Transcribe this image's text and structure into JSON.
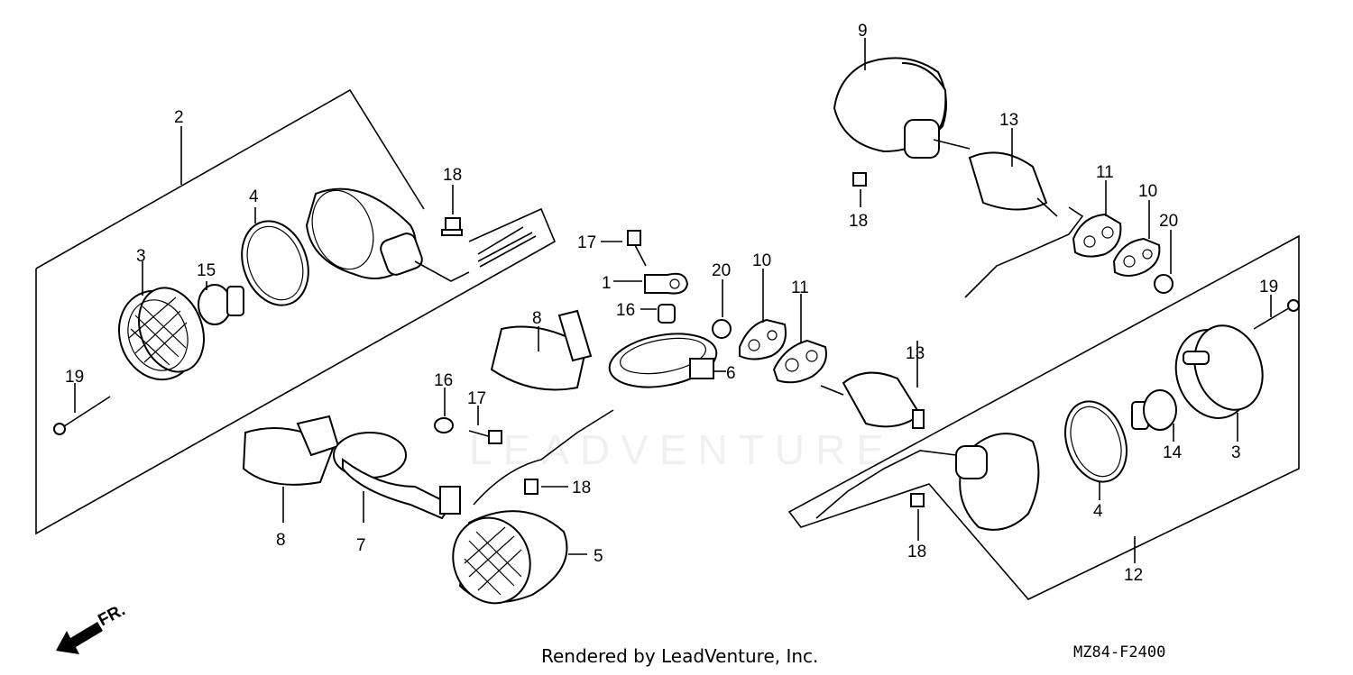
{
  "diagram": {
    "callouts": {
      "c1": "1",
      "c2": "2",
      "c3a": "3",
      "c3b": "3",
      "c4a": "4",
      "c4b": "4",
      "c5": "5",
      "c6": "6",
      "c7": "7",
      "c8a": "8",
      "c8b": "8",
      "c9": "9",
      "c10a": "10",
      "c10b": "10",
      "c11a": "11",
      "c11b": "11",
      "c12": "12",
      "c13a": "13",
      "c13b": "13",
      "c14": "14",
      "c15": "15",
      "c16a": "16",
      "c16b": "16",
      "c17a": "17",
      "c17b": "17",
      "c18a": "18",
      "c18b": "18",
      "c18c": "18",
      "c18d": "18",
      "c19a": "19",
      "c19b": "19",
      "c20a": "20",
      "c20b": "20"
    },
    "direction_label": "FR.",
    "watermark": "LEADVENTURE",
    "footer_credit": "Rendered by LeadVenture, Inc.",
    "footer_code": "MZ84-F2400"
  }
}
